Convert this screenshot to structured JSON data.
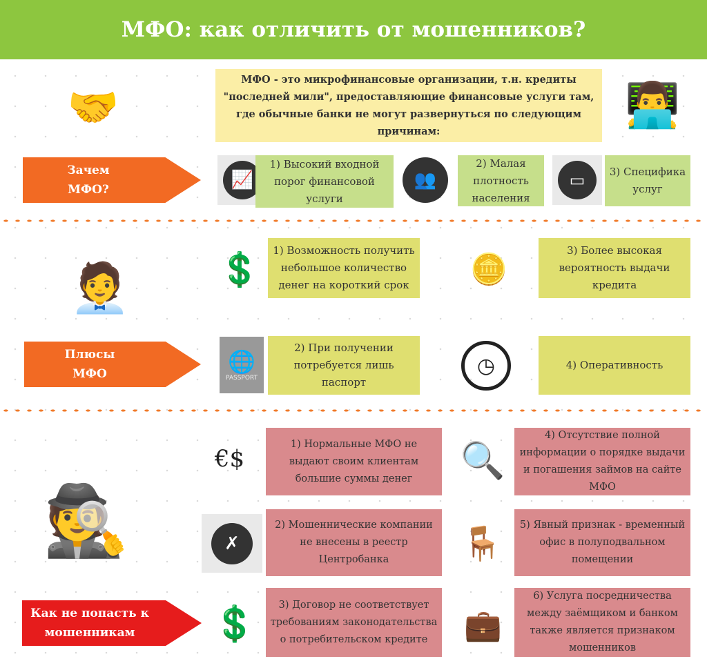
{
  "title": "МФО: как отличить от мошенников?",
  "intro": "МФО - это микрофинансовые организации, т.н. кредиты \"последней мили\", предоставляющие финансовые услуги там, где обычные банки не могут развернуться по следующим причинам:",
  "why": {
    "label": "Зачем МФО?",
    "items": [
      "1) Высокий входной порог финансовой услуги",
      "2) Малая плотность населения",
      "3) Специфика услуг"
    ]
  },
  "pros": {
    "label": "Плюсы МФО",
    "items": [
      "1) Возможность получить небольшое количество денег на короткий срок",
      "2) При получении потребуется лишь паспорт",
      "3) Более высокая вероятность выдачи кредита",
      "4) Оперативность"
    ],
    "passport_text": "PASSPORT"
  },
  "fraud": {
    "label": "Как не попасть к мошенникам",
    "items": [
      "1) Нормальные МФО не выдают своим клиентам большие суммы денег",
      "2) Мошеннические компании не внесены в реестр Центробанка",
      "3) Договор не соответствует требованиям законодательства о потребительском кредите",
      "4) Отсутствие полной информации о порядке выдачи и погашения займов на сайте МФО",
      "5) Явный признак - временный офис в полуподвальном помещении",
      "6) Услуга посредничества между заёмщиком и банком также является признаком мошенников"
    ]
  },
  "colors": {
    "header": "#8dc63f",
    "arrow": "#f26a23",
    "arrow_red": "#e61c1c",
    "green": "#c6df8b",
    "olive": "#dfdf70",
    "pink": "#d98a8d",
    "intro": "#fbeea6"
  }
}
